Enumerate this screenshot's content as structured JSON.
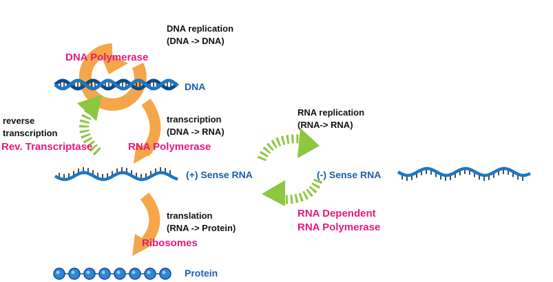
{
  "colors": {
    "strand": "#1b77c4",
    "strand_dark": "#0b4a8c",
    "tick": "#111111",
    "arrow_orange": "#f5a64a",
    "arrow_green": "#8dc63f",
    "enzyme": "#e6197d",
    "molecule": "#1a5ea8",
    "process": "#111111",
    "protein_bead": "#2f86d8"
  },
  "labels": {
    "dna_replication_title": "DNA replication",
    "dna_replication_sub": "(DNA -> DNA)",
    "dna_polymerase": "DNA Polymerase",
    "dna": "DNA",
    "reverse_line1": "reverse",
    "reverse_line2": "transcription",
    "rev_transcriptase": "Rev. Transcriptase",
    "transcription_title": "transcription",
    "transcription_sub": "(DNA -> RNA)",
    "rna_polymerase": "RNA Polymerase",
    "rna_replication_title": "RNA replication",
    "rna_replication_sub": "(RNA-> RNA)",
    "plus_sense_rna": "(+) Sense RNA",
    "minus_sense_rna": "(-) Sense RNA",
    "translation_title": "translation",
    "translation_sub": "(RNA -> Protein)",
    "ribosomes": "Ribosomes",
    "rna_dependent_line1": "RNA Dependent",
    "rna_dependent_line2": "RNA Polymerase",
    "protein": "Protein"
  },
  "icons": {
    "replication_cycle": "circular-arrow-icon",
    "helix": "double-helix-icon",
    "single_strand": "rna-strand-icon",
    "beads": "protein-chain-icon"
  }
}
